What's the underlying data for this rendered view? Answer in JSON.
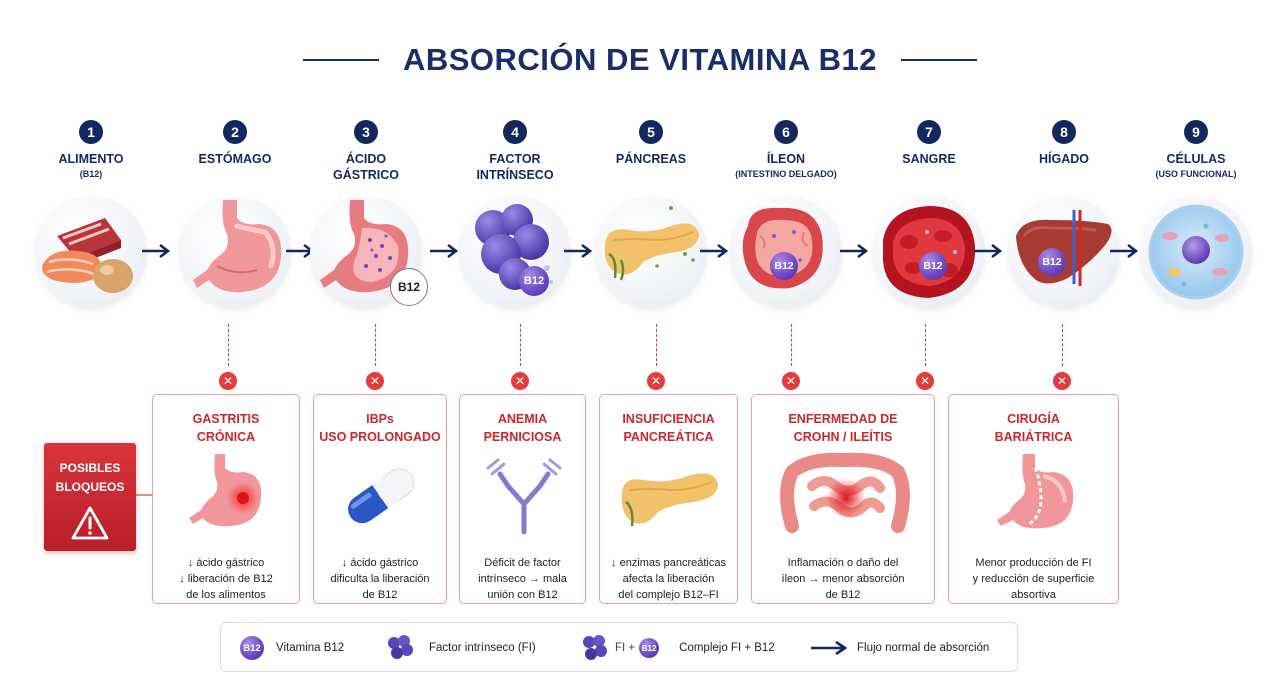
{
  "title": "ABSORCIÓN DE VITAMINA B12",
  "colors": {
    "navy": "#13285e",
    "red": "#c8282e",
    "purple": "#6a45c2"
  },
  "steps": [
    {
      "num": "1",
      "label": "ALIMENTO",
      "sub": "(B12)"
    },
    {
      "num": "2",
      "label": "ESTÓMAGO",
      "sub": ""
    },
    {
      "num": "3",
      "label": "ÁCIDO\nGÁSTRICO",
      "sub": ""
    },
    {
      "num": "4",
      "label": "FACTOR\nINTRÍNSECO",
      "sub": ""
    },
    {
      "num": "5",
      "label": "PÁNCREAS",
      "sub": ""
    },
    {
      "num": "6",
      "label": "ÍLEON",
      "sub": "(INTESTINO DELGADO)"
    },
    {
      "num": "7",
      "label": "SANGRE",
      "sub": ""
    },
    {
      "num": "8",
      "label": "HÍGADO",
      "sub": ""
    },
    {
      "num": "9",
      "label": "CÉLULAS",
      "sub": "(USO FUNCIONAL)"
    }
  ],
  "b12_tag": "B12",
  "blockers_label": "POSIBLES\nBLOQUEOS",
  "blockers": [
    {
      "title": "GASTRITIS\nCRÓNICA",
      "desc": "↓ ácido gástrico\n↓ liberación de B12\nde los alimentos"
    },
    {
      "title": "IBPs\nUSO PROLONGADO",
      "desc": "↓ ácido gástrico\ndificulta la liberación\nde B12"
    },
    {
      "title": "ANEMIA\nPERNICIOSA",
      "desc": "Déficit de factor\nintrínseco → mala\nunión con B12"
    },
    {
      "title": "INSUFICIENCIA\nPANCREÁTICA",
      "desc": "↓ enzimas pancreáticas\nafecta la liberación\ndel complejo B12–FI"
    },
    {
      "title": "ENFERMEDAD DE\nCROHN / ILEÍTIS",
      "desc": "Inflamación o daño del\níleon → menor absorción\nde B12"
    },
    {
      "title": "CIRUGÍA\nBARIÁTRICA",
      "desc": "Menor producción de FI\ny reducción de superficie\nabsortiva"
    }
  ],
  "legend": {
    "b12_badge": "B12",
    "vitamina": "Vitamina B12",
    "factor": "Factor intrínseco (FI)",
    "complejo_badge": "B12",
    "complejo_prefix": "FI +",
    "complejo": "Complejo FI + B12",
    "flujo": "Flujo normal de absorción"
  }
}
